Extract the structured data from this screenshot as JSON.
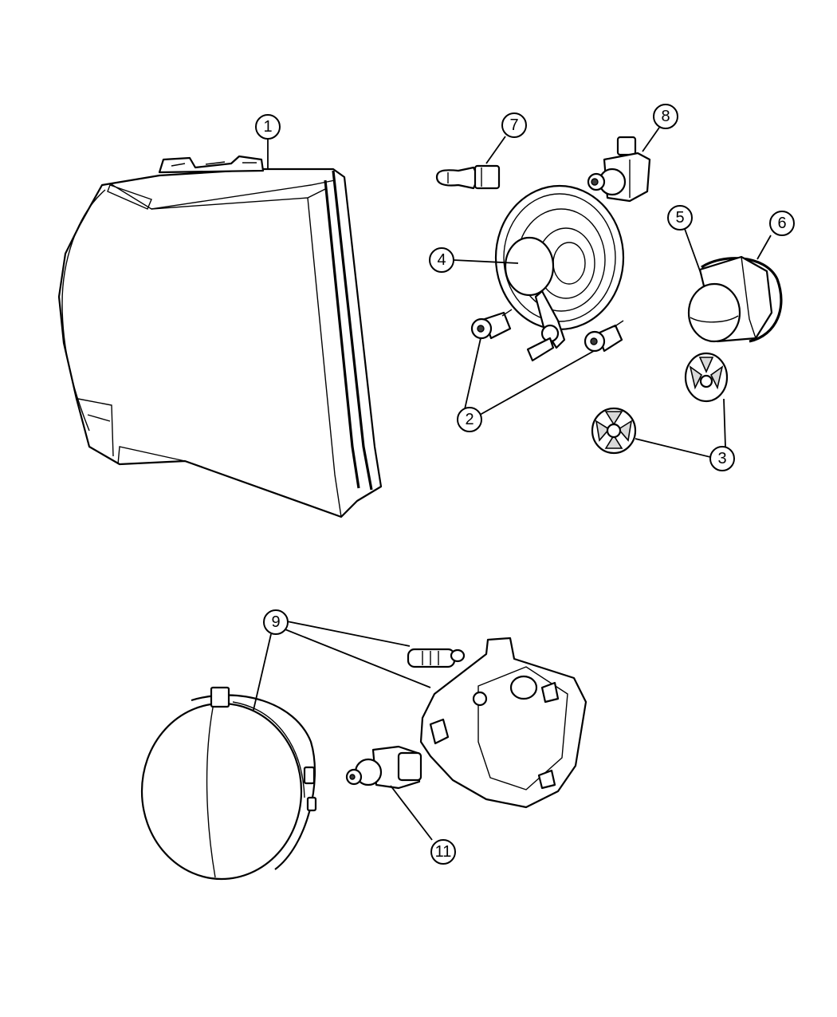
{
  "callouts": [
    {
      "id": "c1",
      "label": "1"
    },
    {
      "id": "c2",
      "label": "2"
    },
    {
      "id": "c3",
      "label": "3"
    },
    {
      "id": "c4",
      "label": "4"
    },
    {
      "id": "c5",
      "label": "5"
    },
    {
      "id": "c6",
      "label": "6"
    },
    {
      "id": "c7",
      "label": "7"
    },
    {
      "id": "c8",
      "label": "8"
    },
    {
      "id": "c9",
      "label": "9"
    },
    {
      "id": "c11",
      "label": "11"
    }
  ]
}
